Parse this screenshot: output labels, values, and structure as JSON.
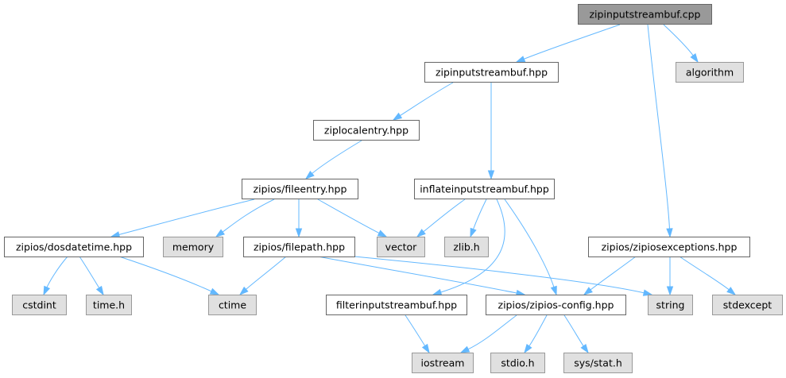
{
  "graph": {
    "nodes": [
      {
        "id": "root",
        "label": "zipinputstreambuf.cpp",
        "kind": "root"
      },
      {
        "id": "zisb_hpp",
        "label": "zipinputstreambuf.hpp",
        "kind": "local"
      },
      {
        "id": "algorithm",
        "label": "algorithm",
        "kind": "system"
      },
      {
        "id": "ziplocalentry",
        "label": "ziplocalentry.hpp",
        "kind": "local"
      },
      {
        "id": "fileentry",
        "label": "zipios/fileentry.hpp",
        "kind": "local"
      },
      {
        "id": "inflate",
        "label": "inflateinputstreambuf.hpp",
        "kind": "local"
      },
      {
        "id": "dosdatetime",
        "label": "zipios/dosdatetime.hpp",
        "kind": "local"
      },
      {
        "id": "memory",
        "label": "memory",
        "kind": "system"
      },
      {
        "id": "filepath",
        "label": "zipios/filepath.hpp",
        "kind": "local"
      },
      {
        "id": "vector",
        "label": "vector",
        "kind": "system"
      },
      {
        "id": "zlib",
        "label": "zlib.h",
        "kind": "system"
      },
      {
        "id": "zipiosexceptions",
        "label": "zipios/zipiosexceptions.hpp",
        "kind": "local"
      },
      {
        "id": "cstdint",
        "label": "cstdint",
        "kind": "system"
      },
      {
        "id": "timeh",
        "label": "time.h",
        "kind": "system"
      },
      {
        "id": "ctime",
        "label": "ctime",
        "kind": "system"
      },
      {
        "id": "filterinput",
        "label": "filterinputstreambuf.hpp",
        "kind": "local"
      },
      {
        "id": "config",
        "label": "zipios/zipios-config.hpp",
        "kind": "local"
      },
      {
        "id": "string",
        "label": "string",
        "kind": "system"
      },
      {
        "id": "stdexcept",
        "label": "stdexcept",
        "kind": "system"
      },
      {
        "id": "iostream",
        "label": "iostream",
        "kind": "system"
      },
      {
        "id": "stdio",
        "label": "stdio.h",
        "kind": "system"
      },
      {
        "id": "sysstat",
        "label": "sys/stat.h",
        "kind": "system"
      }
    ],
    "edges": [
      {
        "from": "root",
        "to": "zisb_hpp"
      },
      {
        "from": "root",
        "to": "algorithm"
      },
      {
        "from": "root",
        "to": "zipiosexceptions"
      },
      {
        "from": "zisb_hpp",
        "to": "ziplocalentry"
      },
      {
        "from": "zisb_hpp",
        "to": "inflate"
      },
      {
        "from": "ziplocalentry",
        "to": "fileentry"
      },
      {
        "from": "fileentry",
        "to": "dosdatetime"
      },
      {
        "from": "fileentry",
        "to": "memory"
      },
      {
        "from": "fileentry",
        "to": "filepath"
      },
      {
        "from": "fileentry",
        "to": "vector"
      },
      {
        "from": "inflate",
        "to": "vector"
      },
      {
        "from": "inflate",
        "to": "zlib"
      },
      {
        "from": "inflate",
        "to": "filterinput"
      },
      {
        "from": "inflate",
        "to": "config"
      },
      {
        "from": "dosdatetime",
        "to": "cstdint"
      },
      {
        "from": "dosdatetime",
        "to": "timeh"
      },
      {
        "from": "dosdatetime",
        "to": "ctime"
      },
      {
        "from": "filepath",
        "to": "ctime"
      },
      {
        "from": "filepath",
        "to": "config"
      },
      {
        "from": "filepath",
        "to": "string"
      },
      {
        "from": "zipiosexceptions",
        "to": "config"
      },
      {
        "from": "zipiosexceptions",
        "to": "string"
      },
      {
        "from": "zipiosexceptions",
        "to": "stdexcept"
      },
      {
        "from": "filterinput",
        "to": "iostream"
      },
      {
        "from": "config",
        "to": "iostream"
      },
      {
        "from": "config",
        "to": "stdio"
      },
      {
        "from": "config",
        "to": "sysstat"
      }
    ]
  },
  "colors": {
    "edge": "#63b8ff",
    "root_fill": "#999999",
    "local_fill": "#ffffff",
    "system_fill": "#e0e0e0",
    "border": "#666666"
  }
}
